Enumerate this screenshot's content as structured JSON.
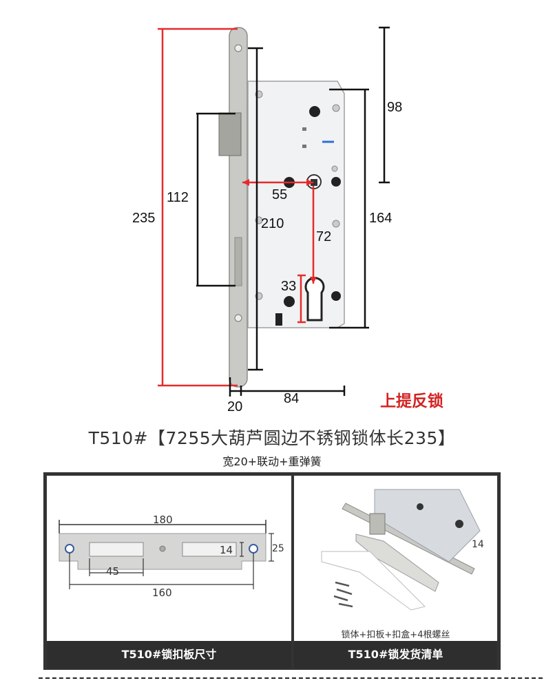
{
  "main_diagram": {
    "dims": {
      "overall_length": "235",
      "body_height": "210",
      "latch_span": "112",
      "top_offset": "98",
      "lower_span": "164",
      "backset": "55",
      "center_distance": "72",
      "cylinder": "33",
      "faceplate_width": "20",
      "body_depth": "84"
    },
    "tag": "上提反锁"
  },
  "product": {
    "title": "T510#【7255大葫芦圆边不锈钢锁体长235】",
    "subtitle": "宽20+联动+重弹簧"
  },
  "strike_panel": {
    "dims": {
      "length": "180",
      "hole_span": "160",
      "window": "45",
      "slot_height": "14",
      "height": "25"
    },
    "caption": "T510#锁扣板尺寸"
  },
  "contents_panel": {
    "note": "锁体+扣板+扣盒+4根螺丝",
    "dim_label": "14",
    "caption": "T510#锁发货清单"
  },
  "colors": {
    "accent_red": "#e62a2a",
    "caption_bg": "#2e2e2e",
    "tag_red": "#d42222"
  }
}
